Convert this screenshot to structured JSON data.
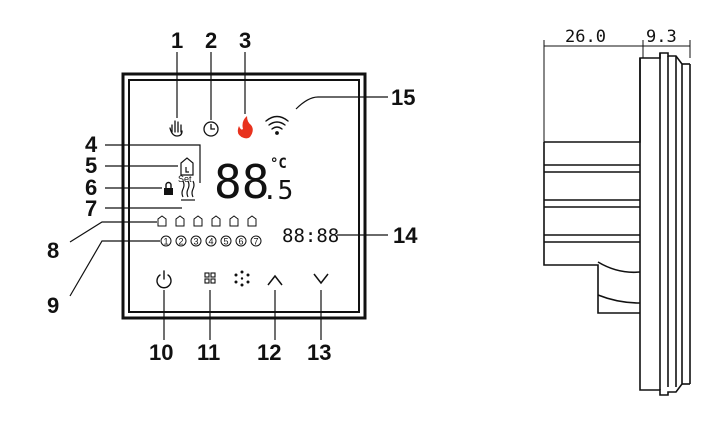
{
  "callouts": [
    {
      "id": "1",
      "label": "1"
    },
    {
      "id": "2",
      "label": "2"
    },
    {
      "id": "3",
      "label": "3"
    },
    {
      "id": "4",
      "label": "4"
    },
    {
      "id": "5",
      "label": "5"
    },
    {
      "id": "6",
      "label": "6"
    },
    {
      "id": "7",
      "label": "7"
    },
    {
      "id": "8",
      "label": "8"
    },
    {
      "id": "9",
      "label": "9"
    },
    {
      "id": "10",
      "label": "10"
    },
    {
      "id": "11",
      "label": "11"
    },
    {
      "id": "12",
      "label": "12"
    },
    {
      "id": "13",
      "label": "13"
    },
    {
      "id": "14",
      "label": "14"
    },
    {
      "id": "15",
      "label": "15"
    }
  ],
  "display": {
    "temp_main": "88",
    "temp_decimal": ".5",
    "unit": "°C",
    "set_label": "Set",
    "clock": "88:88",
    "days": [
      "1",
      "2",
      "3",
      "4",
      "5",
      "6",
      "7"
    ]
  },
  "dimensions": {
    "depth": "26.0",
    "thickness": "9.3"
  },
  "colors": {
    "line": "#111111",
    "flame": "#e8321e"
  },
  "icons": {
    "hand": "hand-icon",
    "clock": "clock-icon",
    "flame": "flame-icon",
    "wifi": "wifi-icon",
    "home": "home-icon",
    "lock": "lock-icon",
    "heat": "heat-icon",
    "power": "power-icon",
    "mode": "mode-icon",
    "fan": "fan-icon",
    "up": "chevron-up-icon",
    "down": "chevron-down-icon"
  }
}
